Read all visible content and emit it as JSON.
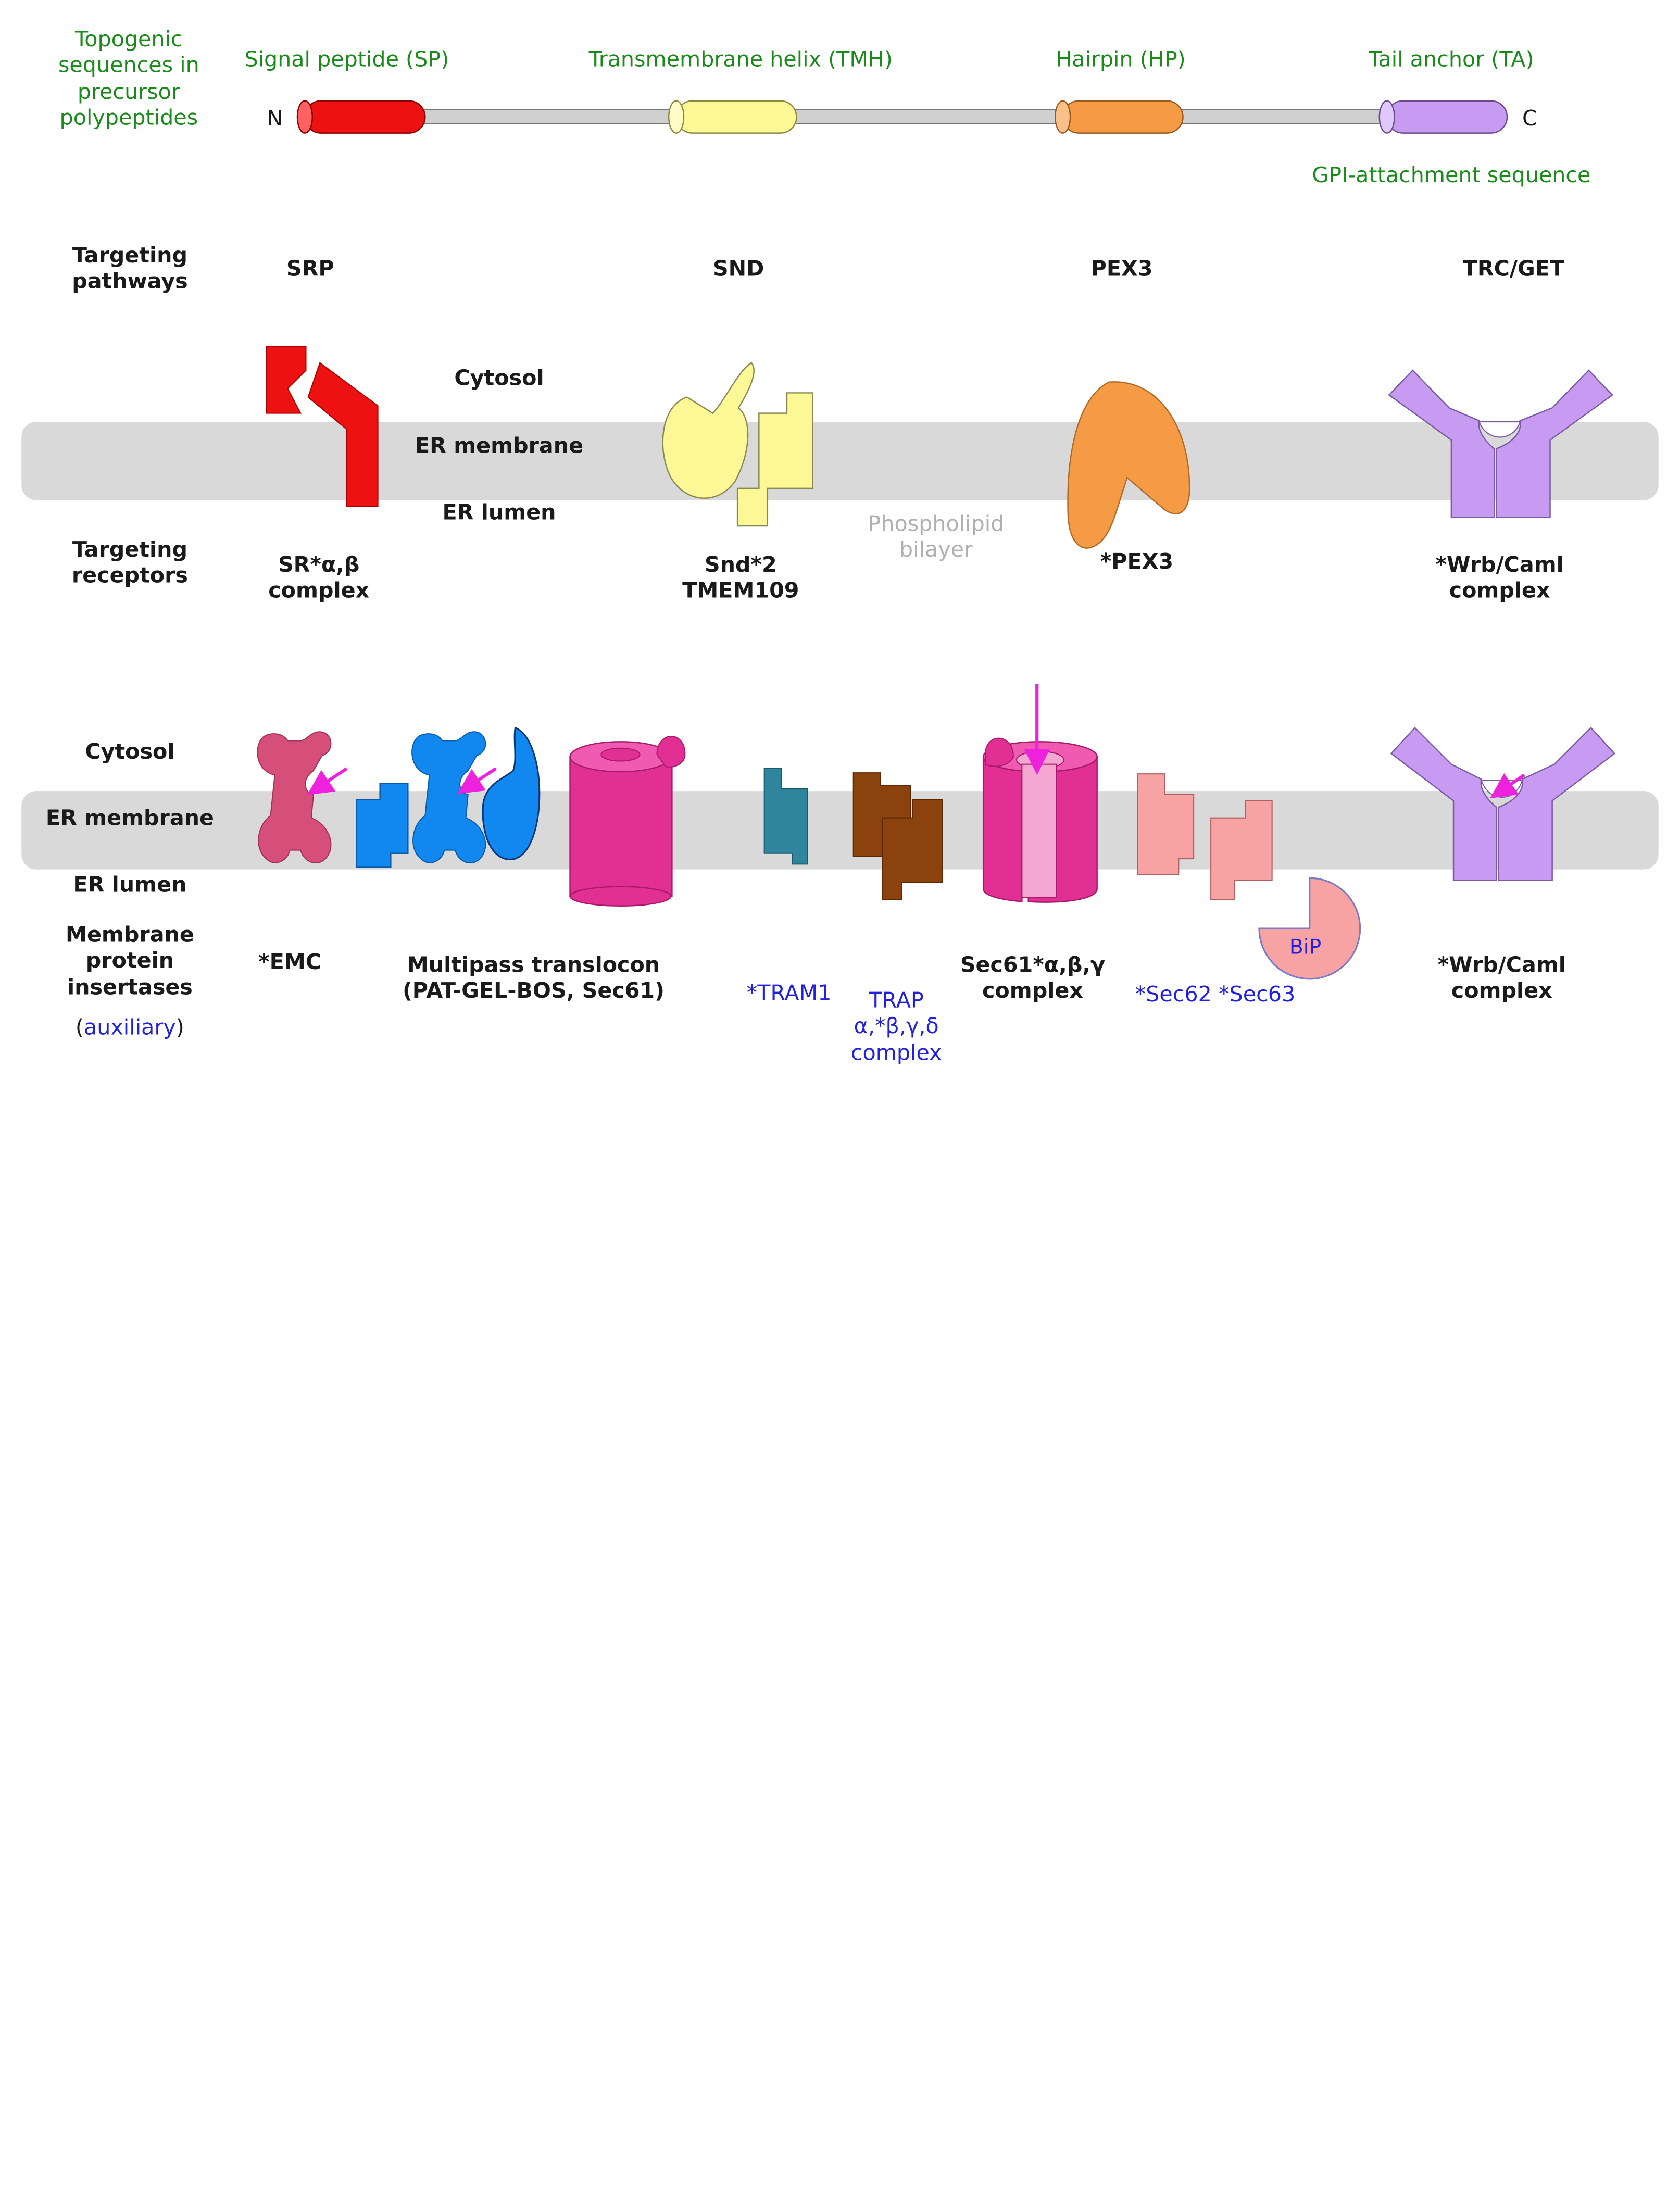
{
  "colors": {
    "membrane": "#d9d9d9",
    "sp": "#ee1111",
    "tmh": "#fdf896",
    "hp": "#f59a45",
    "ta": "#c79bf2",
    "emc": "#d64e7a",
    "translocon": "#1188f0",
    "magenta": "#e22f93",
    "magenta_light": "#f3a6cf",
    "tram": "#2f849e",
    "trap": "#8b420c",
    "sec6263": "#f8a3a3",
    "arrow": "#ee22dd",
    "text_green": "#1a8a1a",
    "text_blue": "#2020e0"
  },
  "icons": [
    "receptor-icon",
    "insertion-arrow-icon"
  ],
  "row1": {
    "heading": "Topogenic\nsequences in\nprecursor\npolypeptides",
    "n_term": "N",
    "c_term": "C",
    "segments": [
      {
        "label": "Signal peptide (SP)"
      },
      {
        "label": "Transmembrane helix (TMH)"
      },
      {
        "label": "Hairpin (HP)"
      },
      {
        "label": "Tail anchor (TA)"
      }
    ],
    "gpi": "GPI-attachment sequence"
  },
  "row2": {
    "heading": "Targeting\npathways",
    "pathways": [
      "SRP",
      "SND",
      "PEX3",
      "TRC/GET"
    ]
  },
  "row3": {
    "cytosol": "Cytosol",
    "membrane": "ER membrane",
    "lumen": "ER lumen",
    "bilayer": "Phospholipid\nbilayer",
    "heading": "Targeting\nreceptors",
    "receptors": [
      "SR*α,β\ncomplex",
      "Snd*2\nTMEM109",
      "*PEX3",
      "*Wrb/Caml\ncomplex"
    ]
  },
  "row4": {
    "cytosol": "Cytosol",
    "membrane": "ER membrane",
    "lumen": "ER lumen",
    "heading": "Membrane\nprotein\ninsertases",
    "heading_aux_open": "(",
    "heading_aux": "auxiliary",
    "heading_aux_close": ")",
    "insertases": [
      "*EMC",
      "Multipass translocon\n(PAT-GEL-BOS, Sec61)",
      "Sec61*α,β,γ\ncomplex",
      "*Wrb/Caml\ncomplex"
    ],
    "auxiliary": [
      "*TRAM1",
      "TRAP\nα,*β,γ,δ\ncomplex",
      "*Sec62 *Sec63"
    ],
    "bip": "BiP"
  }
}
